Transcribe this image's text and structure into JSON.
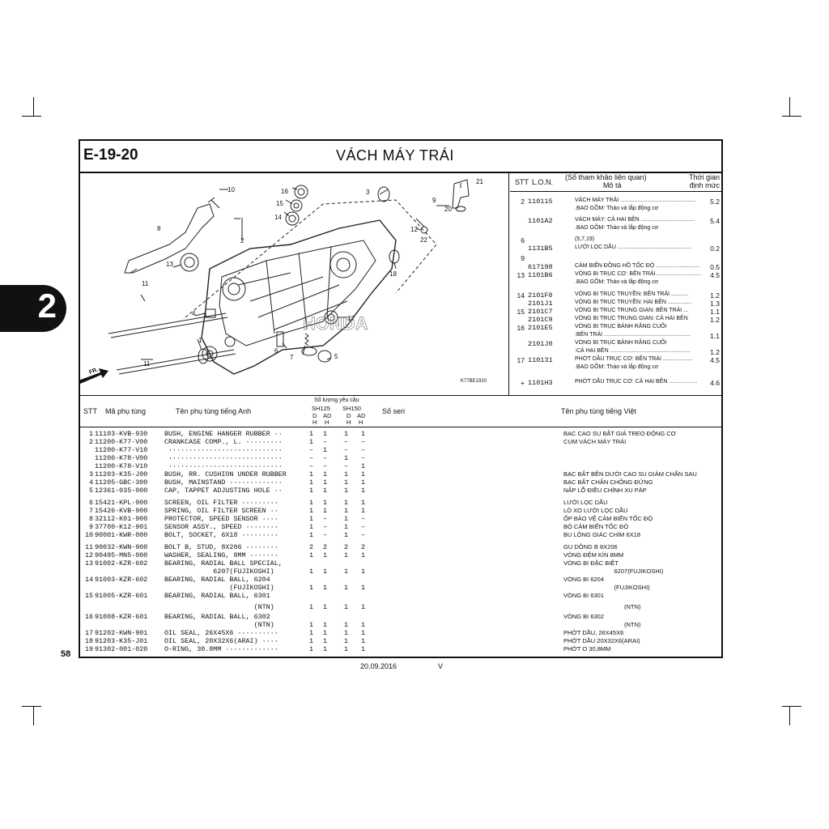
{
  "section_tab": "2",
  "page_number": "58",
  "header": {
    "code": "E-19-20",
    "title": "VÁCH MÁY TRÁI"
  },
  "diagram": {
    "ref_code": "K77BE1920",
    "callouts": [
      "10",
      "8",
      "13",
      "2",
      "11",
      "4",
      "1",
      "11",
      "16",
      "15",
      "14",
      "3",
      "9",
      "20",
      "21",
      "12",
      "22",
      "18",
      "17",
      "6",
      "7",
      "5"
    ],
    "direction_label": "FR.",
    "brand_text": "HONDA"
  },
  "ref_table": {
    "headers": {
      "stt": "STT",
      "lon": "L.O.N.",
      "desc_top": "(Số tham khảo liên quan)",
      "desc": "Mô tả",
      "time": "Thời gian",
      "time2": "định mức"
    },
    "rows": [
      {
        "stt": "2",
        "lon": "110115",
        "desc": "VÁCH MÁY TRÁI ................................................",
        "time": "5.2"
      },
      {
        "stt": "",
        "lon": "",
        "desc": ".BAO GỒM: Tháo và lắp động cơ",
        "time": ""
      },
      {
        "stt": "",
        "lon": "1101A2",
        "desc": "VÁCH MÁY: CẢ HAI BÊN ..................................",
        "time": "5.4"
      },
      {
        "stt": "",
        "lon": "",
        "desc": ".BAO GỒM: Tháo và lắp động cơ",
        "time": ""
      },
      {
        "stt": "6",
        "lon": "",
        "desc": "(5,7,19)",
        "time": ""
      },
      {
        "stt": "",
        "lon": "1131B5",
        "desc": "LƯỚI LỌC DẦU ...............................................",
        "time": "0.2"
      },
      {
        "stt": "9",
        "lon": "",
        "desc": "",
        "time": ""
      },
      {
        "stt": "",
        "lon": "617198",
        "desc": "CẢM BIẾN ĐỒNG HỒ TỐC ĐỘ ............................",
        "time": "0.5"
      },
      {
        "stt": "13",
        "lon": "1101B6",
        "desc": "VÒNG BI TRỤC CƠ: BÊN TRÁI.............................",
        "time": "4.5"
      },
      {
        "stt": "",
        "lon": "",
        "desc": ".BAO GỒM: Tháo và lắp động cơ",
        "time": ""
      },
      {
        "stt": "14",
        "lon": "2101F0",
        "desc": "VÒNG BI TRỤC TRUYỀN: BÊN TRÁI ...........",
        "time": "1.2"
      },
      {
        "stt": "",
        "lon": "2101J1",
        "desc": "VÒNG BI TRỤC TRUYỀN: HAI BÊN ...............",
        "time": "1.3"
      },
      {
        "stt": "15",
        "lon": "2101C7",
        "desc": "VÒNG BI TRỤC TRUNG GIAN: BÊN TRÁI ...",
        "time": "1.1"
      },
      {
        "stt": "",
        "lon": "2101C9",
        "desc": "VÒNG BI TRỤC TRUNG GIAN: CẢ HAI BÊN",
        "time": "1.2"
      },
      {
        "stt": "16",
        "lon": "2101E5",
        "desc": "VÒNG BI TRỤC BÁNH RĂNG CUỐI",
        "time": ""
      },
      {
        "stt": "",
        "lon": "",
        "desc": ":BÊN TRÁI .......................................................",
        "time": "1.1"
      },
      {
        "stt": "",
        "lon": "2101J0",
        "desc": "VÒNG BI TRỤC BÁNH RĂNG CUỐI",
        "time": ""
      },
      {
        "stt": "",
        "lon": "",
        "desc": ":CẢ HAI BÊN ...................................................",
        "time": "1.2"
      },
      {
        "stt": "17",
        "lon": "110131",
        "desc": "PHỚT DẦU TRỤC CƠ: BÊN TRÁI ...................",
        "time": "4.5"
      },
      {
        "stt": "",
        "lon": "",
        "desc": ".BAO GỒM: Tháo và lắp động cơ",
        "time": ""
      },
      {
        "stt": "+",
        "lon": "1101H3",
        "desc": "PHỚT DẦU TRỤC CƠ: CẢ HAI BÊN ..................",
        "time": "4.6"
      }
    ]
  },
  "parts_header": {
    "stt": "STT",
    "part_no": "Mã phụ tùng",
    "name_en": "Tên phụ tùng tiếng Anh",
    "qty": "Số lượng yêu cầu",
    "m1": "SH125",
    "m2": "SH150",
    "d1": "D",
    "ad1": "AD",
    "d2": "D",
    "ad2": "AD",
    "h": "H",
    "serial": "Số seri",
    "name_vn": "Tên phụ tùng tiếng Việt"
  },
  "parts": [
    {
      "stt": " 1",
      "no": "11103-KVB-930",
      "en": "BUSH, ENGINE HANGER RUBBER ··",
      "q": [
        "1",
        "1",
        "1",
        "1"
      ],
      "vn": "BẠC CAO SU BẮT GIÁ TREO ĐỘNG CƠ"
    },
    {
      "stt": " 2",
      "no": "11200-K77-V00",
      "en": "CRANKCASE COMP., L. ·········",
      "q": [
        "1",
        "–",
        "–",
        "–"
      ],
      "vn": "CỤM VÁCH MÁY TRÁI"
    },
    {
      "stt": "  ",
      "no": "11200-K77-V10",
      "en": " ····························",
      "q": [
        "–",
        "1",
        "–",
        "–"
      ],
      "vn": ""
    },
    {
      "stt": "  ",
      "no": "11200-K78-V00",
      "en": " ····························",
      "q": [
        "–",
        "–",
        "1",
        "–"
      ],
      "vn": ""
    },
    {
      "stt": "  ",
      "no": "11200-K78-V10",
      "en": " ····························",
      "q": [
        "–",
        "–",
        "–",
        "1"
      ],
      "vn": ""
    },
    {
      "stt": " 3",
      "no": "11203-K35-J00",
      "en": "BUSH, RR. CUSHION UNDER RUBBER",
      "q": [
        "1",
        "1",
        "1",
        "1"
      ],
      "vn": "BẠC BẮT BÊN DƯỚI CAO SU GIẢM CHẤN SAU"
    },
    {
      "stt": " 4",
      "no": "11205-GBC-300",
      "en": "BUSH, MAINSTAND ·············",
      "q": [
        "1",
        "1",
        "1",
        "1"
      ],
      "vn": "BẠC BẮT CHÂN CHỐNG ĐỨNG"
    },
    {
      "stt": " 5",
      "no": "12361-035-000",
      "en": "CAP, TAPPET ADJUSTING HOLE ··",
      "q": [
        "1",
        "1",
        "1",
        "1"
      ],
      "vn": "NẮP LỖ ĐIỀU CHỈNH XU PÁP"
    },
    {
      "stt": " 6",
      "no": "15421-KPL-900",
      "en": "SCREEN, OIL FILTER ·········",
      "q": [
        "1",
        "1",
        "1",
        "1"
      ],
      "vn": "LƯỚI LỌC DẦU"
    },
    {
      "stt": " 7",
      "no": "15426-KVB-900",
      "en": "SPRING, OIL FILTER SCREEN ··",
      "q": [
        "1",
        "1",
        "1",
        "1"
      ],
      "vn": "LÒ XO LƯỚI LỌC DẦU"
    },
    {
      "stt": " 8",
      "no": "32112-K01-900",
      "en": "PROTECTOR, SPEED SENSOR ····",
      "q": [
        "1",
        "–",
        "1",
        "–"
      ],
      "vn": "ỐP BẢO VỆ CẢM BIẾN TỐC ĐỘ"
    },
    {
      "stt": " 9",
      "no": "37700-K12-901",
      "en": "SENSOR ASSY., SPEED ········",
      "q": [
        "1",
        "–",
        "1",
        "–"
      ],
      "vn": "BỘ CẢM BIẾN TỐC ĐỘ"
    },
    {
      "stt": "10",
      "no": "90001-KWR-000",
      "en": "BOLT, SOCKET, 6X18 ·········",
      "q": [
        "1",
        "–",
        "1",
        "–"
      ],
      "vn": "BU LÔNG GIÁC CHÌM 6X18"
    },
    {
      "stt": "11",
      "no": "90032-KWN-900",
      "en": "BOLT B, STUD, 8X206 ········",
      "q": [
        "2",
        "2",
        "2",
        "2"
      ],
      "vn": "GU DÔNG B 8X206"
    },
    {
      "stt": "12",
      "no": "90495-MN5-000",
      "en": "WASHER, SEALING, 8MM ·······",
      "q": [
        "1",
        "1",
        "1",
        "1"
      ],
      "vn": "VÒNG ĐỆM KÍN 8MM"
    },
    {
      "stt": "13",
      "no": "91002-KZR-602",
      "en": "BEARING, RADIAL BALL SPECIAL,",
      "q": [
        "",
        "",
        "",
        ""
      ],
      "vn": "VÒNG BI ĐẶC BIỆT"
    },
    {
      "stt": "  ",
      "no": "",
      "en": "            6207(FUJIKOSHI)",
      "q": [
        "1",
        "1",
        "1",
        "1"
      ],
      "vn": "                              6207(FUJIKOSHI)"
    },
    {
      "stt": "14",
      "no": "91003-KZR-602",
      "en": "BEARING, RADIAL BALL, 6204",
      "q": [
        "",
        "",
        "",
        ""
      ],
      "vn": "VÒNG BI 6204"
    },
    {
      "stt": "  ",
      "no": "",
      "en": "                (FUJIKOSHI)",
      "q": [
        "1",
        "1",
        "1",
        "1"
      ],
      "vn": "                              (FUJIKOSHI)"
    },
    {
      "stt": "15",
      "no": "91005-KZR-601",
      "en": "BEARING, RADIAL BALL, 6301",
      "q": [
        "",
        "",
        "",
        ""
      ],
      "vn": "VÒNG BI 6301"
    },
    {
      "stt": "  ",
      "no": "",
      "en": "                      (NTN)",
      "q": [
        "1",
        "1",
        "1",
        "1"
      ],
      "vn": "                                    (NTN)"
    },
    {
      "stt": "16",
      "no": "91008-KZR-601",
      "en": "BEARING, RADIAL BALL, 6302",
      "q": [
        "",
        "",
        "",
        ""
      ],
      "vn": "VÒNG BI 6302"
    },
    {
      "stt": "  ",
      "no": "",
      "en": "                      (NTN)",
      "q": [
        "1",
        "1",
        "1",
        "1"
      ],
      "vn": "                                    (NTN)"
    },
    {
      "stt": "17",
      "no": "91202-KWN-901",
      "en": "OIL SEAL, 26X45X6 ··········",
      "q": [
        "1",
        "1",
        "1",
        "1"
      ],
      "vn": "PHỚT DẦU, 26X45X6"
    },
    {
      "stt": "18",
      "no": "91203-K35-J01",
      "en": "OIL SEAL, 20X32X6(ARAI) ····",
      "q": [
        "1",
        "1",
        "1",
        "1"
      ],
      "vn": "PHỚT DẦU 20X32X6(ARAI)"
    },
    {
      "stt": "19",
      "no": "91302-001-020",
      "en": "O-RING, 30.8MM ·············",
      "q": [
        "1",
        "1",
        "1",
        "1"
      ],
      "vn": "PHỚT O 30,8MM"
    }
  ],
  "footer": {
    "date": "20.09.2016",
    "rev": "V"
  }
}
